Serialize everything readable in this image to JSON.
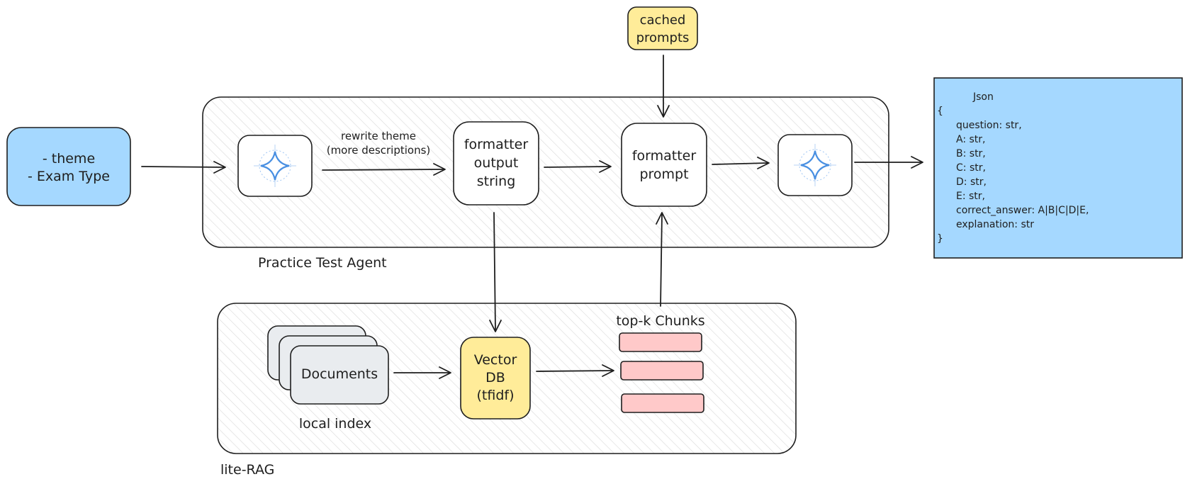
{
  "input_box": {
    "line1": "- theme",
    "line2": "- Exam Type"
  },
  "agent": {
    "label": "Practice Test Agent",
    "rewrite_label_line1": "rewrite theme",
    "rewrite_label_line2": "(more descriptions)",
    "formatter_output": {
      "line1": "formatter",
      "line2": "output",
      "line3": "string"
    },
    "formatter_prompt": {
      "line1": "formatter",
      "line2": "prompt"
    },
    "llm_icon_1": "sparkle-icon",
    "llm_icon_2": "sparkle-icon"
  },
  "cached_prompts": {
    "line1": "cached",
    "line2": "prompts"
  },
  "output_json": {
    "title": "Json",
    "lines": [
      "{",
      "question: str,",
      "A: str,",
      "B: str,",
      "C: str,",
      "D: str,",
      "E: str,",
      "correct_answer: A|B|C|D|E,",
      "explanation: str",
      "}"
    ]
  },
  "rag": {
    "label": "lite-RAG",
    "documents_label": "Documents",
    "local_index_label": "local index",
    "vector_db": {
      "line1": "Vector",
      "line2": "DB",
      "line3": "(tfidf)"
    },
    "chunks_label": "top-k Chunks"
  },
  "colors": {
    "input_fill": "#a5d8ff",
    "json_fill": "#a5d8ff",
    "yellow_fill": "#ffec99",
    "chunk_fill": "#ffc9c9",
    "doc_fill": "#e9ecef",
    "stroke": "#1e1e1e",
    "icon_blue": "#4a90e2"
  }
}
